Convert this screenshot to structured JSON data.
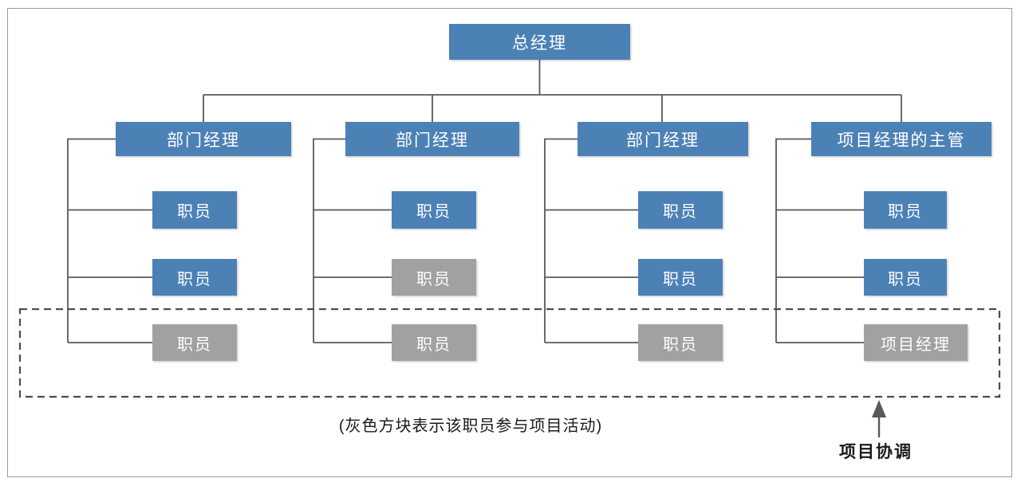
{
  "colors": {
    "box_blue": "#4c81b6",
    "box_gray": "#a1a1a1",
    "text_on_box": "#ffffff",
    "line": "#595959",
    "dashed_border": "#4d4d4d",
    "frame_border": "#9a9a9a",
    "caption_text": "#1a1a1a"
  },
  "chart": {
    "root": {
      "label": "总经理"
    },
    "columns": [
      {
        "head": {
          "label": "部门经理"
        },
        "staff": [
          {
            "label": "职员",
            "gray": false
          },
          {
            "label": "职员",
            "gray": false
          },
          {
            "label": "职员",
            "gray": true
          }
        ]
      },
      {
        "head": {
          "label": "部门经理"
        },
        "staff": [
          {
            "label": "职员",
            "gray": false
          },
          {
            "label": "职员",
            "gray": true
          },
          {
            "label": "职员",
            "gray": true
          }
        ]
      },
      {
        "head": {
          "label": "部门经理"
        },
        "staff": [
          {
            "label": "职员",
            "gray": false
          },
          {
            "label": "职员",
            "gray": false
          },
          {
            "label": "职员",
            "gray": true
          }
        ]
      },
      {
        "head": {
          "label": "项目经理的主管"
        },
        "staff": [
          {
            "label": "职员",
            "gray": false
          },
          {
            "label": "职员",
            "gray": false
          },
          {
            "label": "项目经理",
            "gray": true
          }
        ]
      }
    ]
  },
  "caption": "(灰色方块表示该职员参与项目活动)",
  "annotation": {
    "label": "项目协调"
  }
}
